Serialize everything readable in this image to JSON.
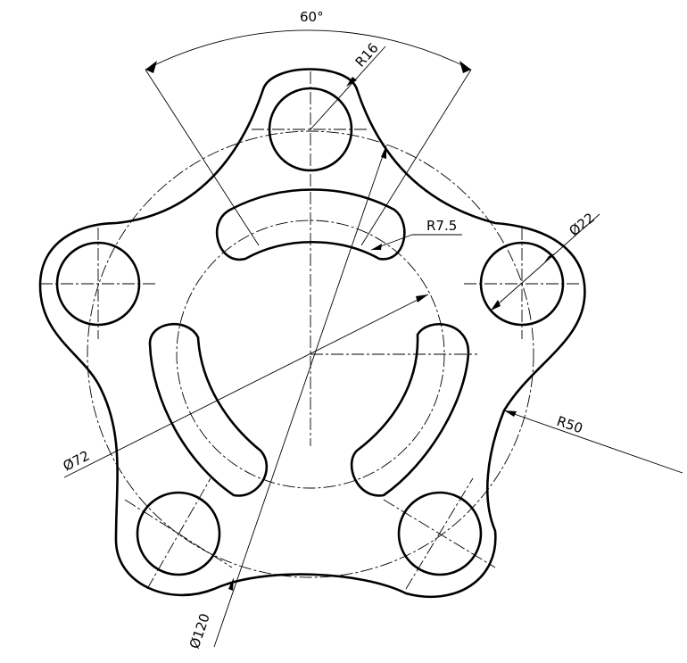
{
  "dimensions": {
    "angle_label": "60°",
    "lobe_radius_label": "R16",
    "slot_radius_label": "R7.5",
    "hole_diameter_label": "Ø22",
    "outer_radius_label": "R50",
    "inner_circle_label": "Ø72",
    "bolt_circle_label": "Ø120"
  }
}
